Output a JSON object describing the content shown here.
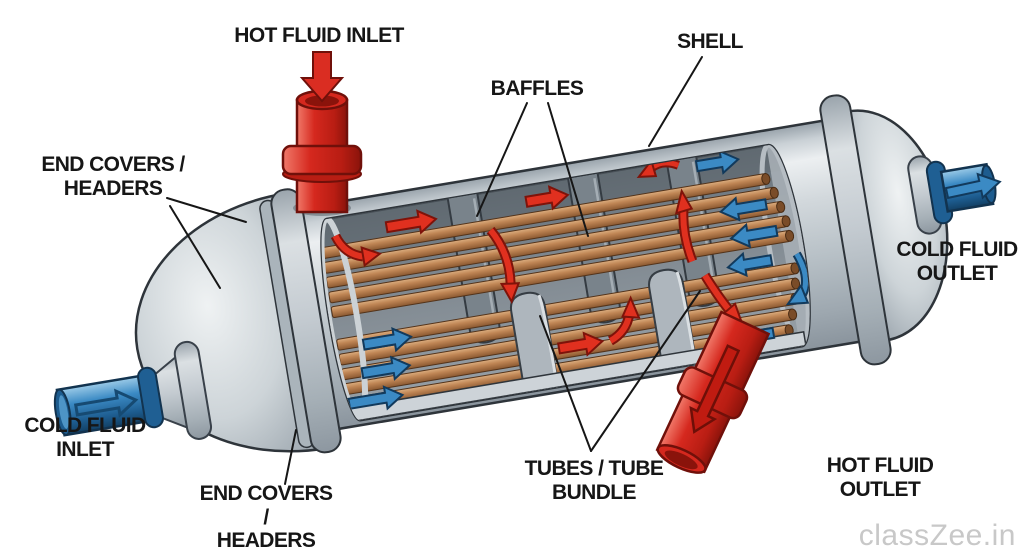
{
  "labels": {
    "hot_fluid_inlet": "HOT FLUID INLET",
    "shell": "SHELL",
    "baffles": "BAFFLES",
    "end_covers_headers_top": "END COVERS /\nHEADERS",
    "cold_fluid_outlet": "COLD FLUID\nOUTLET",
    "cold_fluid_inlet": "COLD FLUID\nINLET",
    "end_covers_headers_bottom": "END COVERS /\nHEADERS",
    "tubes_tube_bundle": "TUBES / TUBE BUNDLE",
    "hot_fluid_outlet": "HOT FLUID\nOUTLET"
  },
  "watermark": "classZee.in",
  "colors": {
    "background": "#ffffff",
    "hot_fluid_red": "#d5281e",
    "cold_fluid_blue": "#3b8ac4",
    "shell_metal": "#c6cdd2",
    "shell_interior": "#7d868e",
    "tube_copper": "#c08655",
    "baffle_gray": "#8a939b",
    "label_text": "#161616",
    "leader_line": "#161616",
    "watermark_text": "#c8c8c8"
  }
}
